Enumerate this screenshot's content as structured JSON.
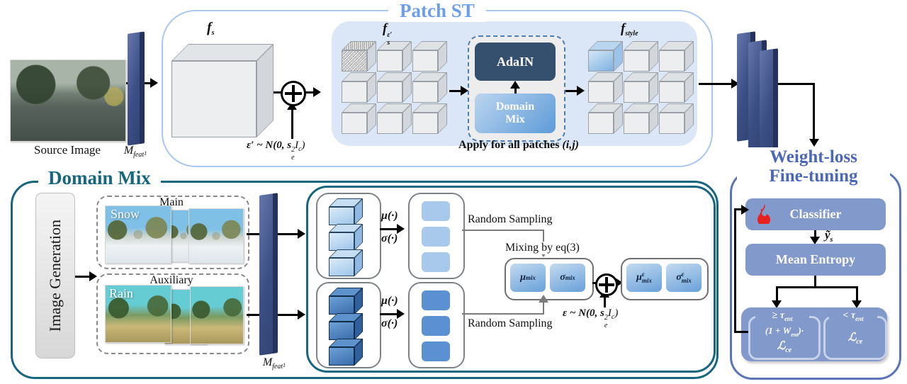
{
  "patch_st": {
    "title": "Patch ST",
    "fs": {
      "base": "f",
      "sub": "s"
    },
    "fse": {
      "base": "f",
      "sub": "s",
      "sup": "ε′"
    },
    "fstyle": {
      "base": "f",
      "sub": "style"
    },
    "noise_prime": {
      "pre": "ε′ ~ N(0, s",
      "sup": "2",
      "sub": "e",
      "post": "I",
      "post_sub": "c",
      "close": ")"
    },
    "adain_label": "AdaIN",
    "domain_mix_line1": "Domain",
    "domain_mix_line2": "Mix",
    "apply_pre": "Apply for all patches ",
    "apply_ij": "(i,j)"
  },
  "source": {
    "image_label": "Source Image",
    "mfeat": {
      "base": "M",
      "sub": "feat",
      "subsub": "1"
    }
  },
  "domain_mix": {
    "title": "Domain Mix",
    "image_generation": "Image Generation",
    "main_label": "Main",
    "snow_label": "Snow",
    "aux_label": "Auxiliary",
    "rain_label": "Rain",
    "mfeat": {
      "base": "M",
      "sub": "feat",
      "subsub": "1"
    },
    "mu_fn_top": "μ(·)",
    "sigma_fn_top": "σ(·)",
    "mu_fn_bottom": "μ(·)",
    "sigma_fn_bottom": "σ(·)",
    "random_sampling_top": "Random Sampling",
    "random_sampling_bottom": "Random Sampling",
    "mixing_note": "Mixing by eq(3)",
    "mu_mix": {
      "base": "μ",
      "sub": "mix"
    },
    "sigma_mix": {
      "base": "σ",
      "sub": "mix"
    },
    "mu_mix_eps": {
      "base": "μ",
      "sub": "mix",
      "sup": "ε"
    },
    "sigma_mix_eps": {
      "base": "σ",
      "sub": "mix",
      "sup": "ε"
    },
    "noise": {
      "pre": "ε ~ N(0, s",
      "sup": "2",
      "sub": "e",
      "post": "I",
      "post_sub": "c",
      "close": ")"
    }
  },
  "weight_loss": {
    "title_line1": "Weight-loss",
    "title_line2": "Fine-tuning",
    "classifier_label": "Classifier",
    "ys": {
      "base": "ỹ",
      "sub": "s"
    },
    "mean_entropy_label": "Mean Entropy",
    "tau_ge": {
      "pre": "≥ ",
      "base": "τ",
      "sub": "ent"
    },
    "tau_lt": {
      "pre": "< ",
      "base": "τ",
      "sub": "ent"
    },
    "weighted": {
      "pre": "(1 + ",
      "base": "W",
      "sub": "ent",
      "post": ")·"
    },
    "lce_left": {
      "base": "ℒ",
      "sub": "ce"
    },
    "lce_right": {
      "base": "ℒ",
      "sub": "ce"
    }
  },
  "icons": {
    "flame": "flame-icon (trainable)",
    "oplus": "circled-plus add-noise"
  },
  "colors": {
    "patch_border": "#a9c7ef",
    "patch_title": "#6d9eeb",
    "panel_fill": "#dbe7f6",
    "adain_navy": "#35506f",
    "teal": "#17667f",
    "slab_navy": "#3c4f85",
    "wl_border": "#5a74b8",
    "wl_title": "#4a67b8",
    "wl_fill": "#8299cc",
    "flame_red": "#e8211d"
  }
}
